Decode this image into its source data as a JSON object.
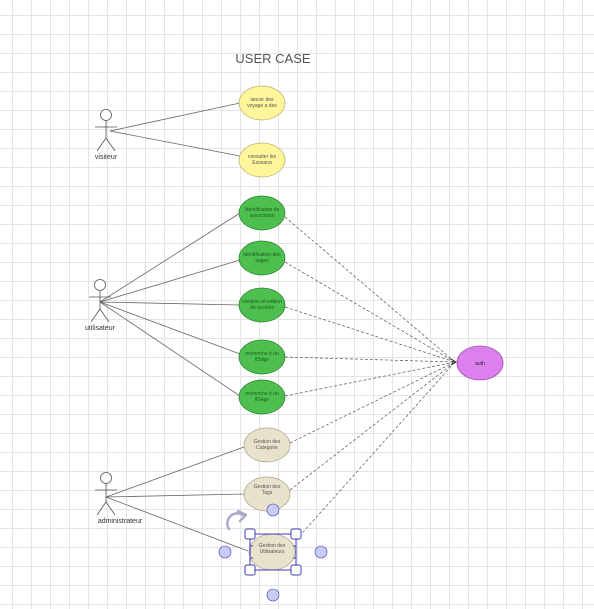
{
  "diagram": {
    "title": "USER CASE",
    "actors": {
      "visiteur": "visiteur",
      "utilisateur": "utilisateur",
      "administrateur": "administrateur"
    },
    "use_cases": {
      "uc1": [
        "lancer des",
        "voyage a des"
      ],
      "uc2": [
        "consulter les",
        "Exosana"
      ],
      "uc3": [
        "ldentification de",
        "association"
      ],
      "uc4": [
        "identification des",
        "sages"
      ],
      "uc5": [
        "creation et edition",
        "de sesions"
      ],
      "uc6": [
        "recherche d un",
        "flSdge"
      ],
      "uc7": [
        "recherche d un",
        "flSége"
      ],
      "uc8": [
        "Gestion des",
        "Categorie"
      ],
      "uc9": [
        "Gestion des",
        "Tags"
      ],
      "uc10": [
        "Gestion des",
        "Utilisateurs"
      ],
      "auth": [
        "auth"
      ]
    },
    "colors": {
      "yellow": "#fff59a",
      "green": "#4cbf4f",
      "beige": "#e8e2cc",
      "purple": "#dc7fef",
      "selection": "#3c3cb5",
      "handle": "#c9ccf7"
    }
  }
}
